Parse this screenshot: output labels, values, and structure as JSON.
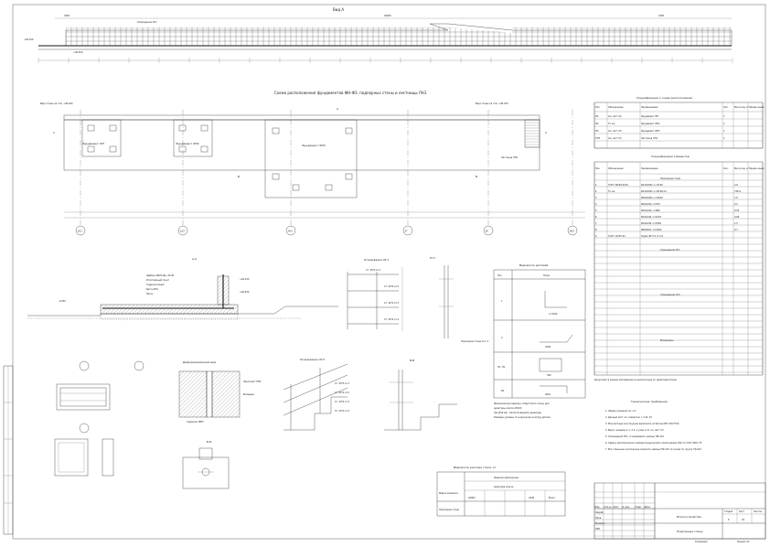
{
  "view_a": {
    "title": "Вид А",
    "dim_left": "2300",
    "dim_mid": "18000",
    "dim_right": "2300",
    "mark_left": "+46.100",
    "mark_right": "+46.500",
    "fence_label": "Ограждение ОГ1"
  },
  "foundation_plan": {
    "title": "Схема расположения фундаментов ФН-ФЗ, подпорных стены и лестницы ЛН1",
    "foundations": [
      "Фундамент ФН",
      "Фундамент ФН2",
      "Фундамент ФН3"
    ],
    "sections": [
      "1",
      "2",
      "А",
      "Б",
      "В"
    ],
    "axes": [
      "23/1",
      "23/2",
      "24/1",
      "27",
      "28",
      "28/2"
    ],
    "ledge_label": "Лестница ЛН1",
    "marks": [
      "Верх стены на отм. +46.200",
      "Верх стены на отм. +46.100"
    ]
  },
  "spec_layout": {
    "title": "Спецификация к схеме расположения",
    "headers": [
      "Поз.",
      "Обозначение",
      "Наименование",
      "Кол.",
      "Масса ед. кг",
      "Приме-чание"
    ],
    "rows": [
      [
        "Ф1",
        "См. лист 22",
        "Фундамент ФН",
        "1",
        "",
        ""
      ],
      [
        "Ф2",
        "То же",
        "Фундамент ФН2",
        "1",
        "",
        ""
      ],
      [
        "Ф3",
        "См. лист 23",
        "Фундамент ФН3",
        "1",
        "",
        ""
      ],
      [
        "ЛН1",
        "См. лист 23",
        "Лестница ЛН1",
        "1",
        "",
        ""
      ]
    ]
  },
  "spec_elements": {
    "title": "Спецификация элементов",
    "headers": [
      "Поз.",
      "Обозначение",
      "Наименование",
      "Кол.",
      "Масса ед. кг",
      "Приме-чание"
    ],
    "sections": [
      "Подпорная стена",
      "Ограждение ОГ1",
      "Ограждение ОГ2",
      "Материалы"
    ],
    "rows": [
      [
        "1",
        "ГОСТ 34028-2016",
        "Ø12A500С, L=3190",
        "",
        "2.8",
        ""
      ],
      [
        "2",
        "То же",
        "Ø12A500С, L=8190 мп",
        "",
        "748 м",
        ""
      ],
      [
        "3",
        "",
        "Ø10A500С, L=2620",
        "",
        "1.6",
        ""
      ],
      [
        "4",
        "",
        "Ø10A240, L=870",
        "",
        "0.5",
        ""
      ],
      [
        "5",
        "",
        "Ø10A240, L=880",
        "",
        "0.55",
        ""
      ],
      [
        "6",
        "",
        "Ø10A240, L=1070",
        "",
        "0.66",
        ""
      ],
      [
        "7",
        "",
        "Ø10A240, L=2550",
        "",
        "1.5",
        ""
      ],
      [
        "8",
        "",
        "Ø8A500С, L=1600",
        "",
        "0.7",
        ""
      ],
      [
        "9",
        "ГОСТ 10705-91",
        "Труба 40*3.5 L=1.5",
        "",
        "",
        ""
      ]
    ],
    "footer": "Допускается замена материалов на аналогичные по характеристикам"
  },
  "section_aa": {
    "title": "А-А",
    "notes": [
      "Щебень М400 фр. 20-40",
      "Уплотнённый грунт",
      "Гидроизоляция",
      "Бетон В15",
      "Песок"
    ],
    "marks": [
      "+46.100",
      "+46.500",
      "-0.350"
    ]
  },
  "fence_og1": {
    "title": "Ограждение ОГ1",
    "items": [
      "Ст. 40*4 L=1",
      "Ст. 40*4 L=2",
      "Ст. 40*4 L=3",
      "Ст. 40*4 L=4"
    ],
    "note": "Подпорная стена поз. 5"
  },
  "fence_og2": {
    "title": "Ограждение ОГ2",
    "items": [
      "Ст. 40*4 L=1",
      "Ст. 40*4 L=2",
      "Ст. 40*4 L=3",
      "Ст. 40*4 L=4"
    ]
  },
  "bend_table": {
    "title": "Ведомость деталей",
    "headers": [
      "Поз.",
      "Эскиз"
    ],
    "rows": [
      "1",
      "2",
      "П1, П2",
      "Ф1"
    ],
    "dims": [
      "L=3190",
      "1600",
      "300",
      "2610"
    ],
    "footer": [
      "Механическую вырезку отверстий в стенку для",
      "арматуры класса А500С",
      "при Ø10 мм - 10х12 Ø диаметр арматуры",
      "Размеры указаны по наружному контуру детали"
    ]
  },
  "deform_joint": {
    "title": "Деформационный шов",
    "labels": [
      "Пенопласт ППУ",
      "Герметик МЭП",
      "Вкладыш"
    ]
  },
  "section_bb": {
    "title": "Б-Б"
  },
  "section_vv": {
    "title": "В-В"
  },
  "rebar_table": {
    "title": "Ведомость расхода стали, кг",
    "headers": [
      "Марка элемента",
      "Изделия арматурные",
      "Арматура класса",
      "A500С",
      "A240",
      "Всего"
    ],
    "sub": [
      "ГОСТ 34028-2016",
      "Ø12",
      "Ø10",
      "Ø8",
      "Ø10"
    ],
    "row": [
      "Подпорная стена",
      "",
      "",
      "",
      "",
      ""
    ]
  },
  "notes": {
    "title": "Технические требования",
    "items": [
      "1. Общие указания см. л.2",
      "2. Данный лист см. совместно с л.22, 23",
      "3. Монолитные конструкции выполнять из бетона В15 W4 F150",
      "4. Вид А, разрезы 1-1, 2-2, и узлы А, Б, см. лист 23",
      "5. Ограждения ОГ1, 2 окрашивать эмалью ПФ-115",
      "6. Сварку металлических элементов выполнять электродами Э42 по ГОСТ 9467-75",
      "7. Все стальные конструкции окрасить эмалью ПФ-115 за 2 раза по грунту ГФ-021"
    ]
  },
  "title_block": {
    "project": "Благоустройство",
    "sheet_name": "Подпорные стены",
    "stage_label": "Стадия",
    "sheet_label": "Лист",
    "sheets_label": "Листов",
    "stage": "Р",
    "sheet": "24",
    "sheets": "",
    "rows": [
      "Изм.",
      "Кол.уч.",
      "Лист",
      "№ док.",
      "Подп.",
      "Дата"
    ],
    "roles": [
      "Разраб.",
      "Пров.",
      "Н.контр.",
      "ГИП"
    ],
    "format": "Формат А1",
    "copied": "Копировал"
  }
}
